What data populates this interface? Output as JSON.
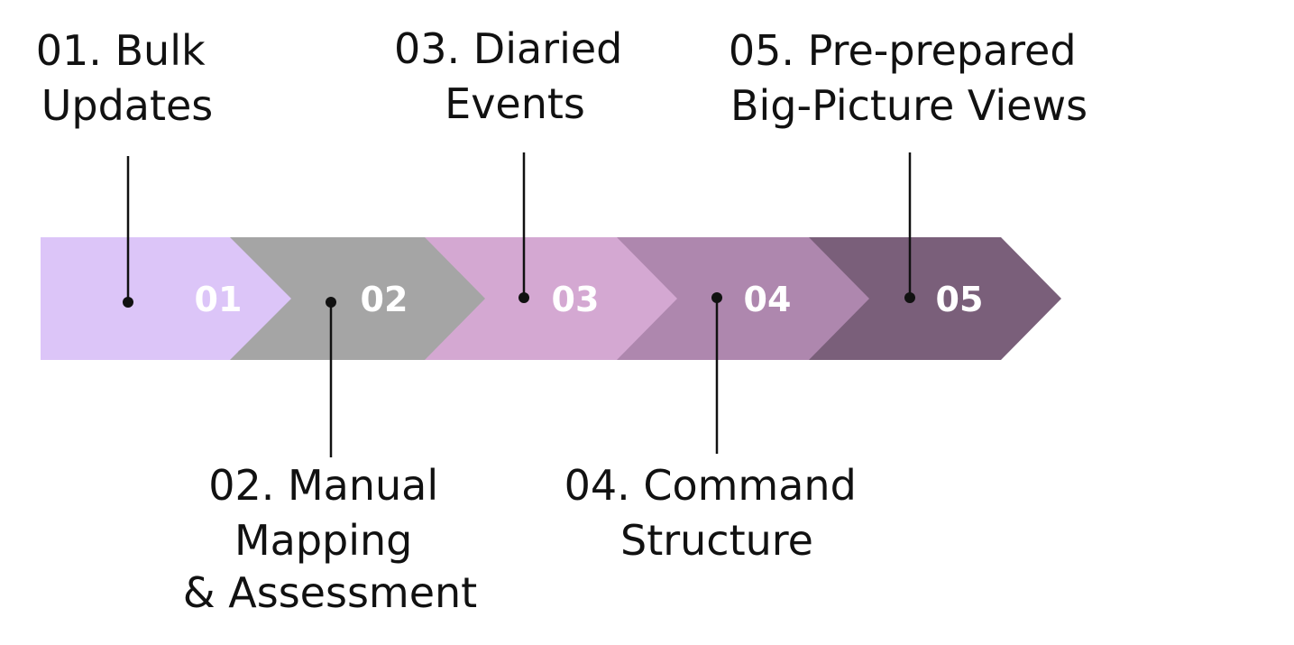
{
  "colors": {
    "step1": "#dcc5f8",
    "step2": "#a5a5a5",
    "step3": "#d4a8d2",
    "step4": "#ae87ae",
    "step5": "#7a5f7a",
    "line": "#111111",
    "number_text": "#ffffff"
  },
  "steps": [
    {
      "number": "01",
      "label_lines": [
        "01. Bulk",
        "Updates"
      ]
    },
    {
      "number": "02",
      "label_lines": [
        "02. Manual",
        "Mapping",
        "& Assessment"
      ]
    },
    {
      "number": "03",
      "label_lines": [
        "03. Diaried",
        "Events"
      ]
    },
    {
      "number": "04",
      "label_lines": [
        "04. Command",
        "Structure"
      ]
    },
    {
      "number": "05",
      "label_lines": [
        "05. Pre-prepared",
        "Big-Picture Views"
      ]
    }
  ]
}
